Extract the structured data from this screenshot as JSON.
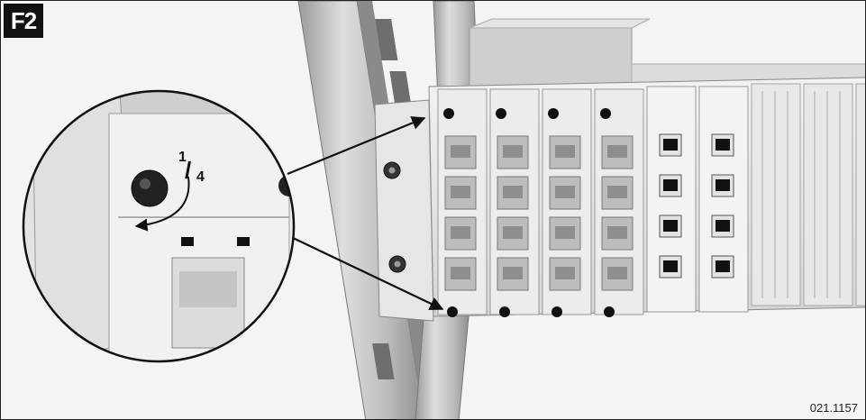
{
  "figure": {
    "badge": "F2",
    "number": "021.1157"
  },
  "callout": {
    "rotation_numerator": "1",
    "rotation_slash": "/",
    "rotation_denominator": "4"
  },
  "colors": {
    "ink": "#111111",
    "rail": "#c9c9c9",
    "panel": "#e9e9e9",
    "background": "#f4f4f4"
  },
  "panel": {
    "jack_modules": 4,
    "jacks_per_module": 4,
    "rj45_modules": 2,
    "blank_slots": 3
  }
}
